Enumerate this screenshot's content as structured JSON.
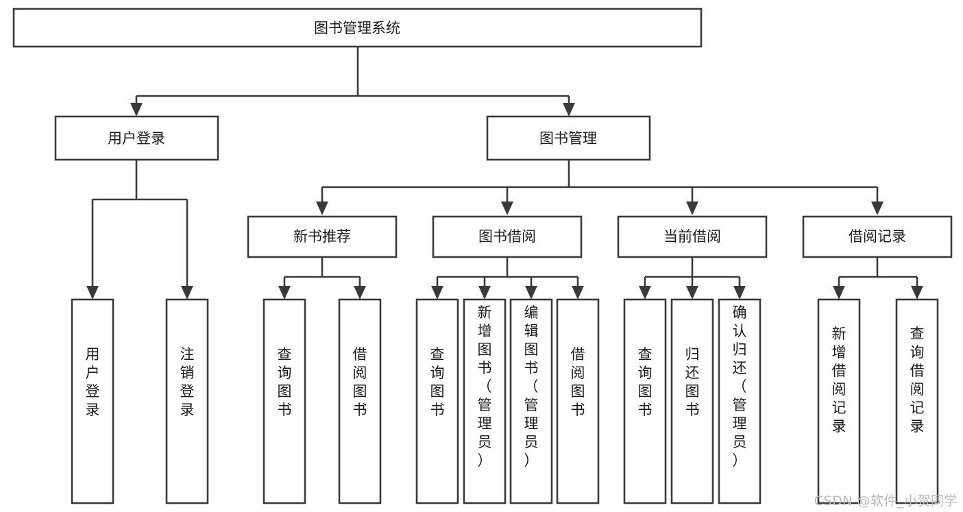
{
  "diagram": {
    "title_node": {
      "label": "图书管理系统"
    },
    "level2": [
      {
        "id": "user-login",
        "label": "用户登录"
      },
      {
        "id": "book-manage",
        "label": "图书管理"
      }
    ],
    "level3": [
      {
        "id": "new-book-recommend",
        "label": "新书推荐"
      },
      {
        "id": "book-borrow",
        "label": "图书借阅"
      },
      {
        "id": "current-borrow",
        "label": "当前借阅"
      },
      {
        "id": "borrow-record",
        "label": "借阅记录"
      }
    ],
    "leaves": [
      {
        "id": "leaf-user-login",
        "label": "用户登录",
        "parent": "user-login"
      },
      {
        "id": "leaf-logout-login",
        "label": "注销登录",
        "parent": "user-login"
      },
      {
        "id": "leaf-query-book-1",
        "label": "查询图书",
        "parent": "new-book-recommend"
      },
      {
        "id": "leaf-borrow-book-1",
        "label": "借阅图书",
        "parent": "new-book-recommend"
      },
      {
        "id": "leaf-query-book-2",
        "label": "查询图书",
        "parent": "book-borrow"
      },
      {
        "id": "leaf-add-book",
        "label": "新增图书（管理员）",
        "parent": "book-borrow"
      },
      {
        "id": "leaf-edit-book",
        "label": "编辑图书（管理员）",
        "parent": "book-borrow"
      },
      {
        "id": "leaf-borrow-book-2",
        "label": "借阅图书",
        "parent": "book-borrow"
      },
      {
        "id": "leaf-query-book-3",
        "label": "查询图书",
        "parent": "current-borrow"
      },
      {
        "id": "leaf-return-book",
        "label": "归还图书",
        "parent": "current-borrow"
      },
      {
        "id": "leaf-confirm-return",
        "label": "确认归还（管理员）",
        "parent": "current-borrow"
      },
      {
        "id": "leaf-add-record",
        "label": "新增借阅记录",
        "parent": "borrow-record"
      },
      {
        "id": "leaf-query-record",
        "label": "查询借阅记录",
        "parent": "borrow-record"
      }
    ],
    "colors": {
      "stroke": "#3a3a3a",
      "fill": "#ffffff",
      "text": "#1b1b1b",
      "watermark": "#b9b9b9"
    }
  },
  "watermark": {
    "text": "CSDN @软件_小贺同学"
  }
}
